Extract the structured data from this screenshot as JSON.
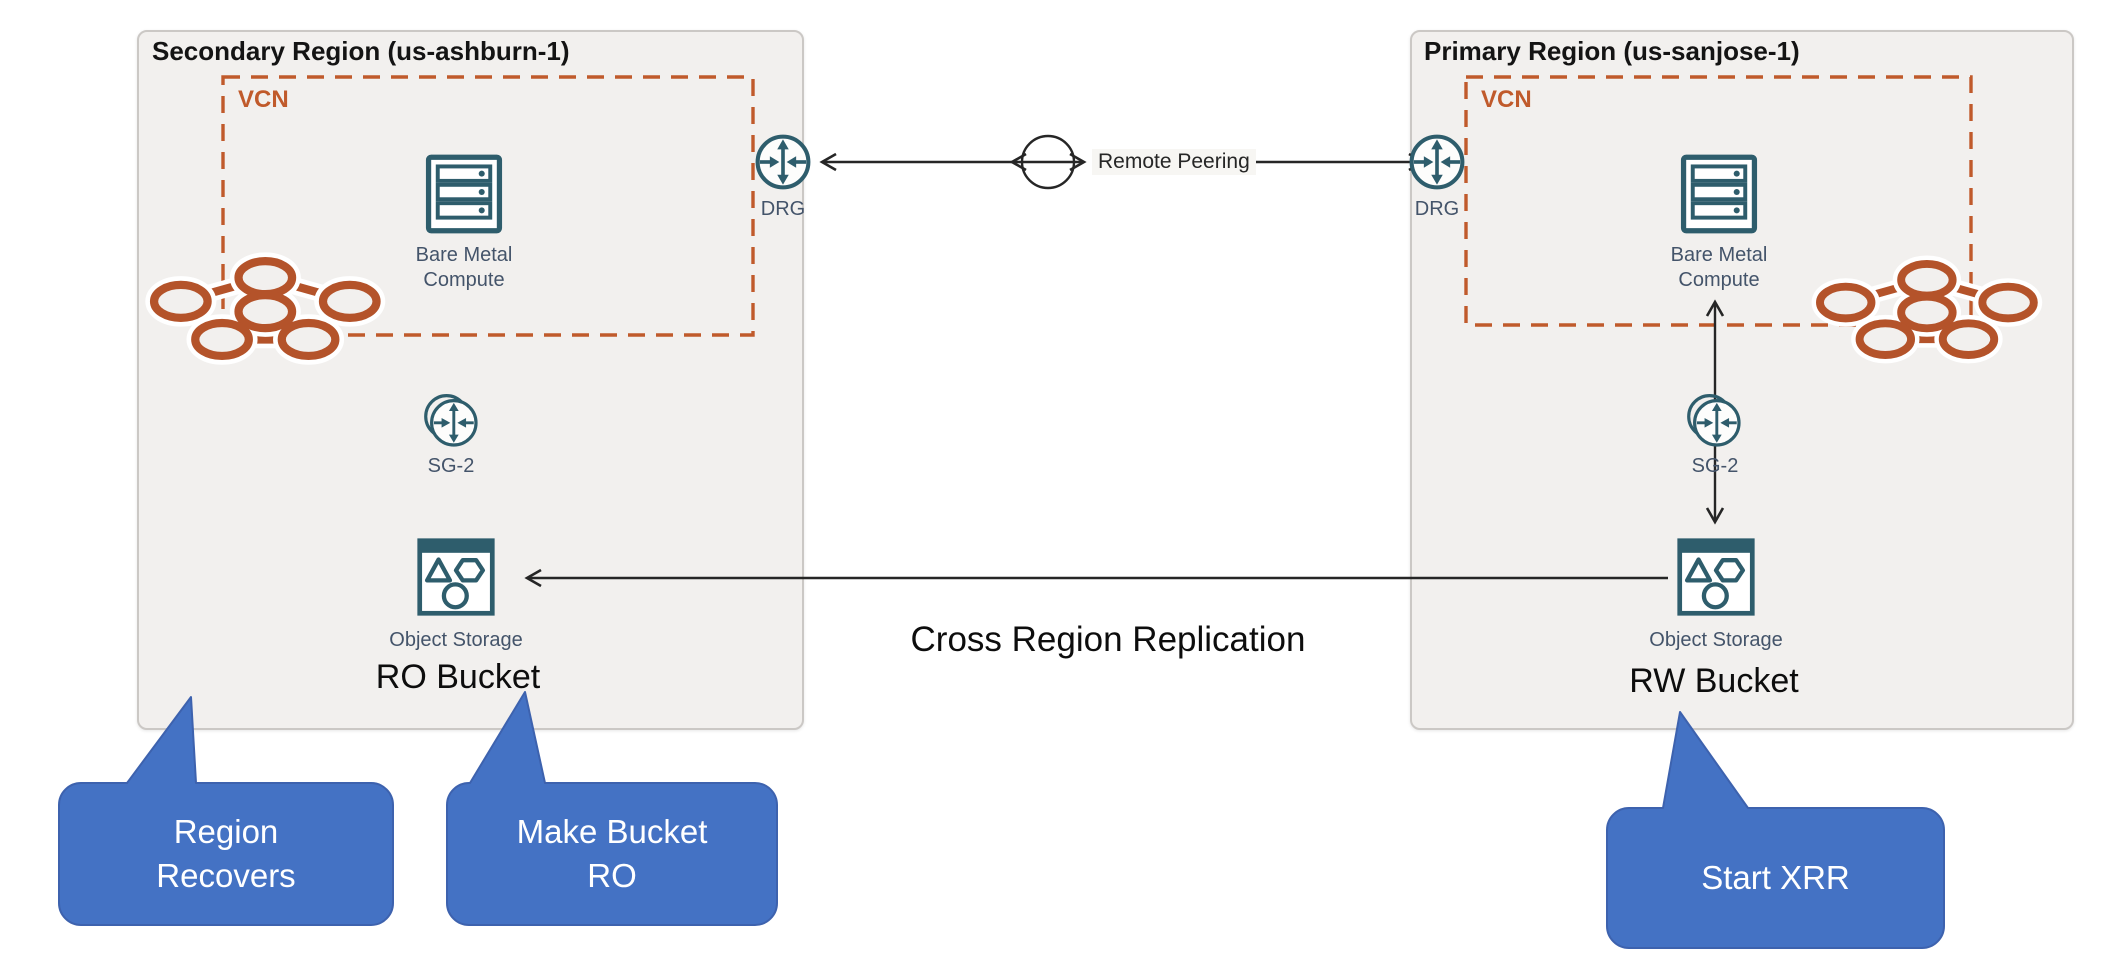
{
  "regions": {
    "secondary": {
      "title": "Secondary Region (us-ashburn-1)",
      "vcn_label": "VCN",
      "bare_metal": {
        "line1": "Bare Metal",
        "line2": "Compute"
      },
      "drg_label": "DRG",
      "service_gateway_label": "SG-2",
      "object_storage_label": "Object Storage",
      "bucket_label": "RO Bucket"
    },
    "primary": {
      "title": "Primary Region (us-sanjose-1)",
      "vcn_label": "VCN",
      "bare_metal": {
        "line1": "Bare Metal",
        "line2": "Compute"
      },
      "drg_label": "DRG",
      "service_gateway_label": "SG-2",
      "object_storage_label": "Object Storage",
      "bucket_label": "RW Bucket"
    }
  },
  "connections": {
    "remote_peering_label": "Remote Peering",
    "replication_label": "Cross Region Replication"
  },
  "callouts": {
    "region_recovers": {
      "line1": "Region",
      "line2": "Recovers"
    },
    "make_bucket_ro": {
      "line1": "Make Bucket",
      "line2": "RO"
    },
    "start_xrr": {
      "line1": "Start XRR"
    }
  },
  "colors": {
    "vcn_orange": "#C05A2B",
    "cluster_orange": "#B4532A",
    "icon_teal": "#2E5D6C",
    "node_label_slate": "#44546A",
    "arrow_dark": "#262626",
    "region_fill": "#F2F0EE",
    "region_border": "#CBC8C5",
    "callout_blue": "#4472C4",
    "callout_border": "#3D62AE",
    "callout_text_white": "#FFFFFF"
  }
}
